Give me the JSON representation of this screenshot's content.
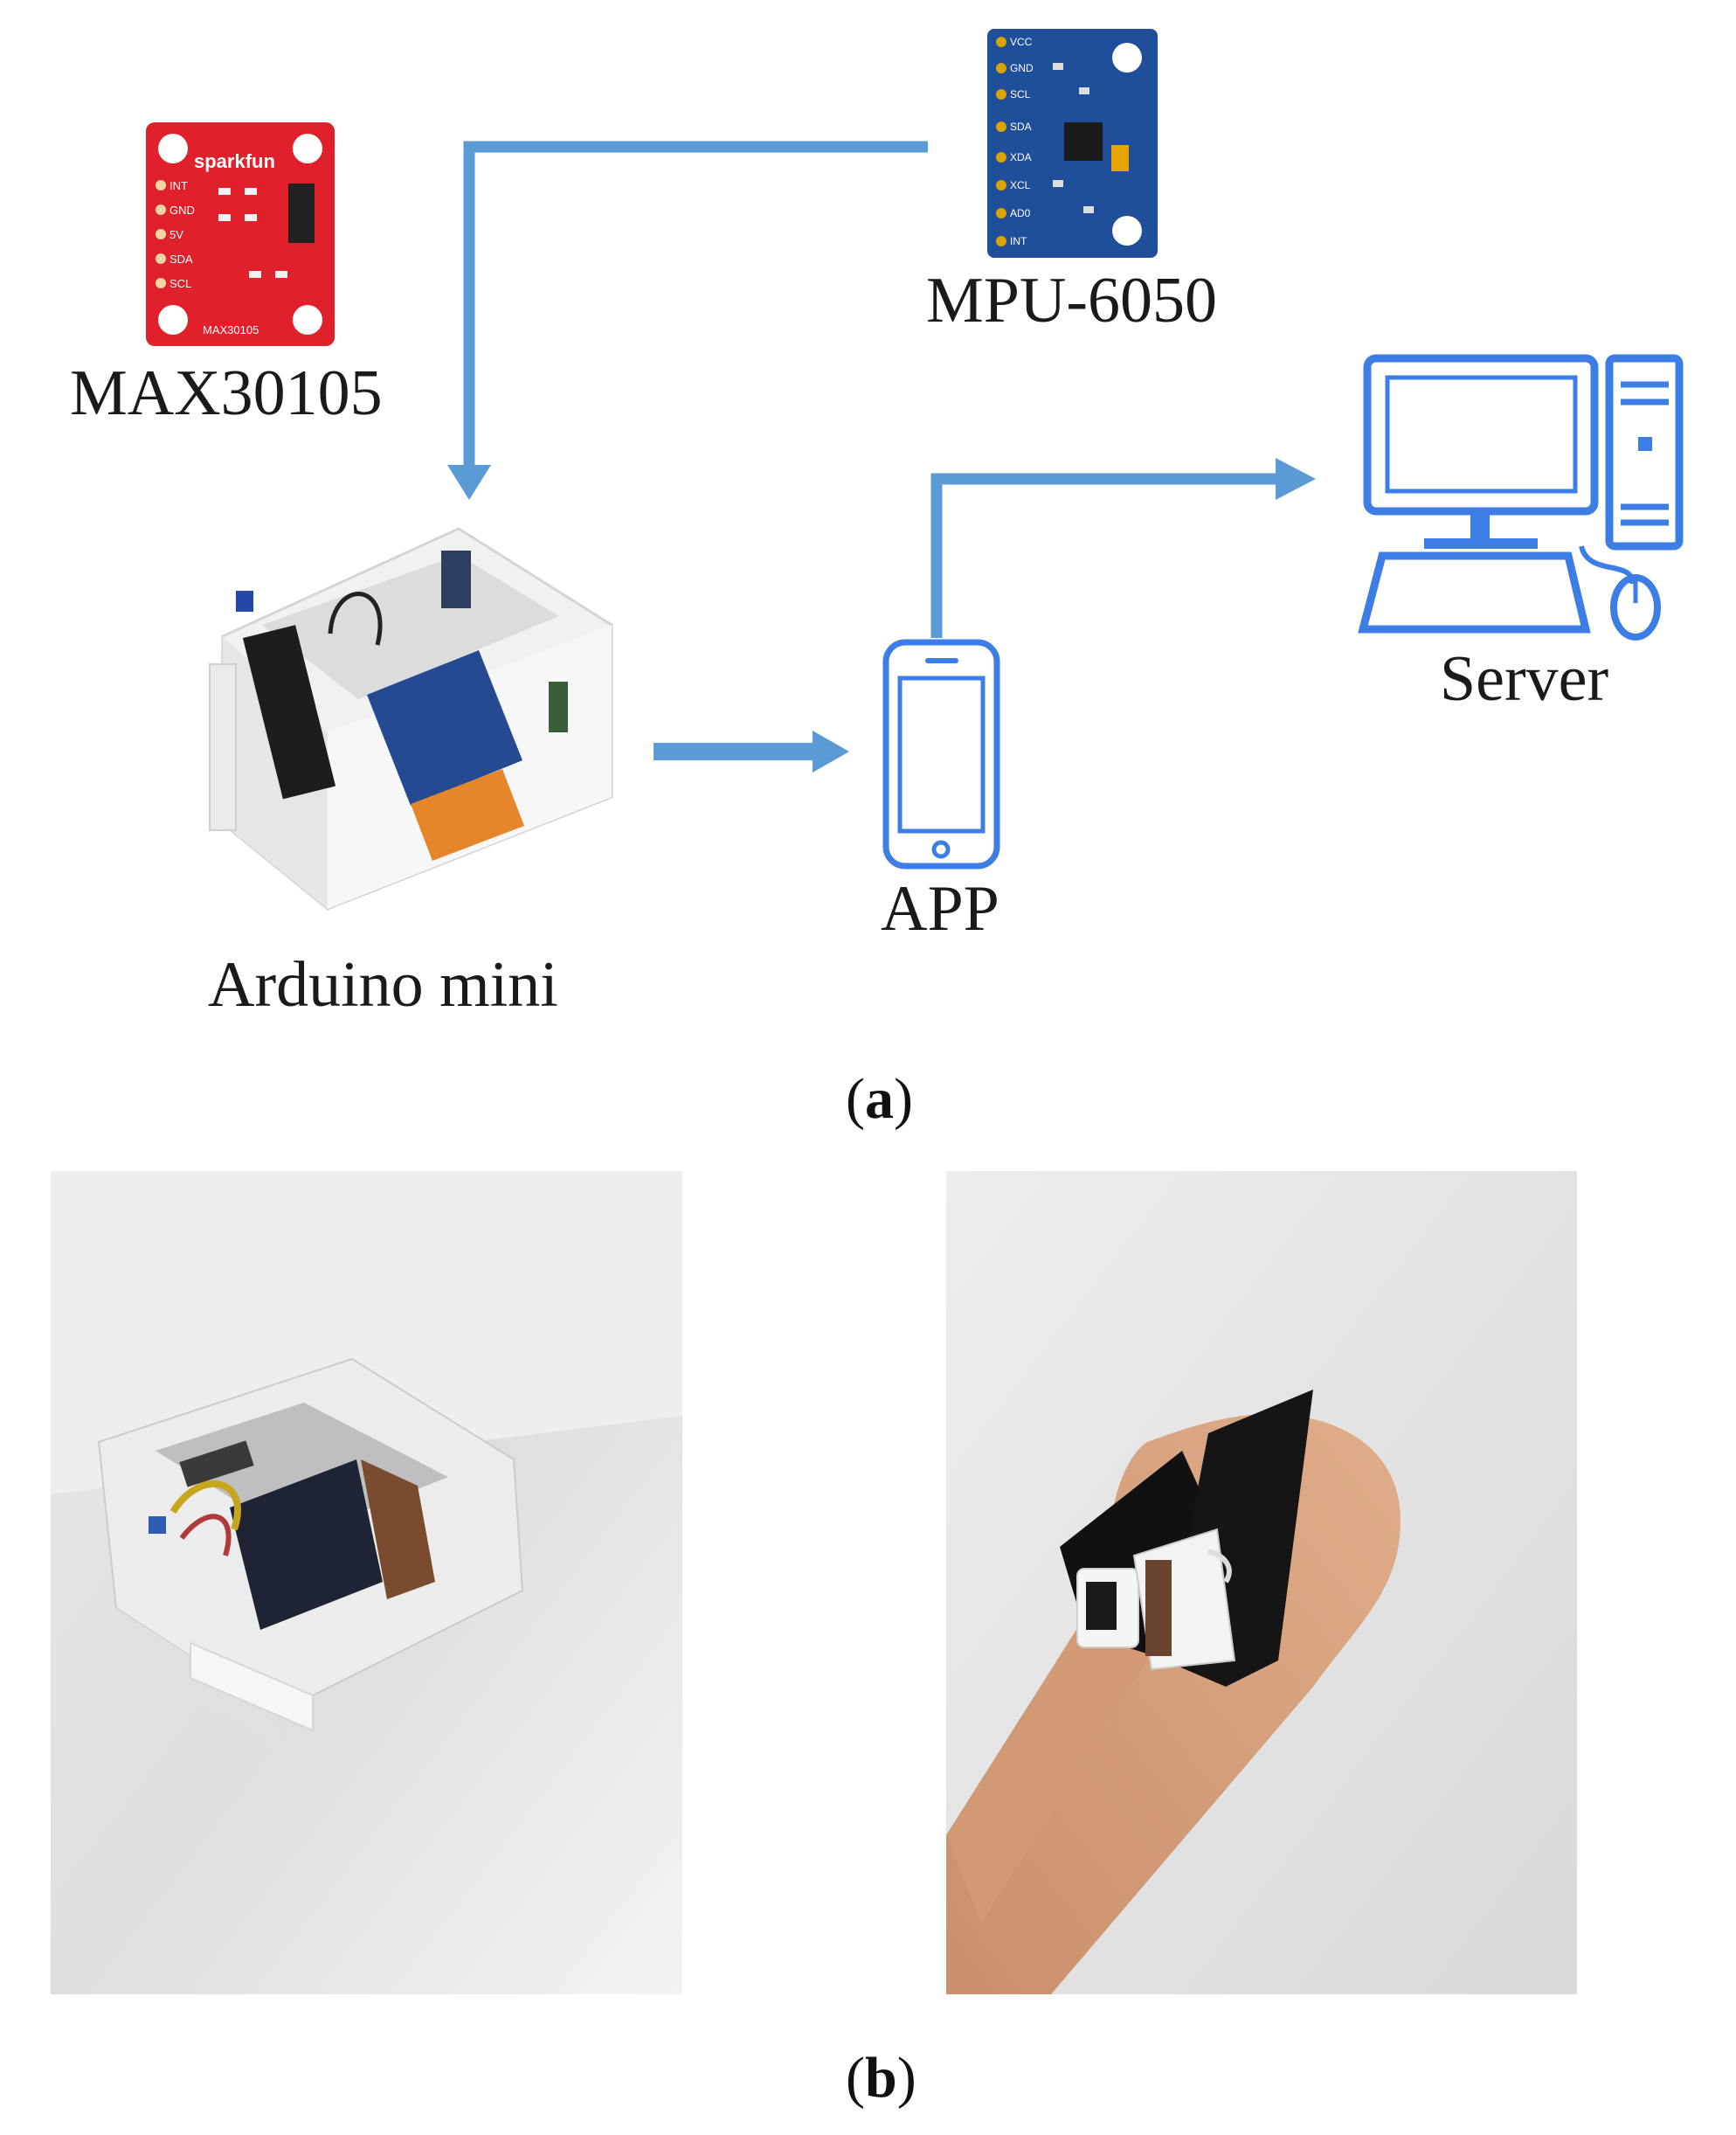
{
  "diagram": {
    "labels": {
      "max30105": "MAX30105",
      "mpu6050": "MPU-6050",
      "arduino": "Arduino mini",
      "app": "APP",
      "server": "Server"
    },
    "board_texts": {
      "sparkfun_brand": "sparkfun",
      "sparkfun_pins": [
        "INT",
        "GND",
        "5V",
        "SDA",
        "SCL"
      ],
      "sparkfun_part": "MAX30105",
      "mpu_pins": [
        "VCC",
        "GND",
        "SCL",
        "SDA",
        "XDA",
        "XCL",
        "AD0",
        "INT"
      ]
    },
    "colors": {
      "arrow": "#5b9bd5",
      "icon": "#3d7de6",
      "sparkfun_red": "#e0202a",
      "mpu_blue": "#1f4e9a"
    }
  },
  "panels": {
    "a_open": "(",
    "a_letter": "a",
    "a_close": ")",
    "b_open": "(",
    "b_letter": "b",
    "b_close": ")"
  }
}
